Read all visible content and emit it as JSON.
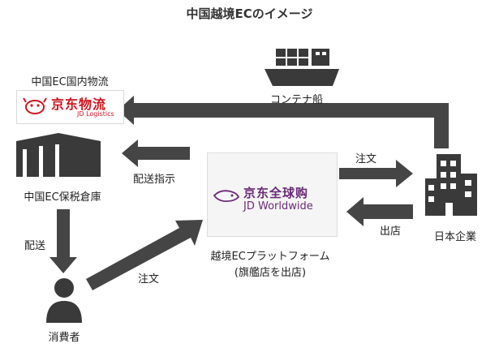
{
  "title": "中国越境ECのイメージ",
  "nodes": {
    "logistics": {
      "label": "中国EC国内物流",
      "logo_cn": "京东物流",
      "logo_en": "JD Logistics"
    },
    "warehouse": {
      "label": "中国EC保税倉庫"
    },
    "platform": {
      "label_line1": "越境ECプラットフォーム",
      "label_line2": "(旗艦店を出店)",
      "logo_cn": "京东全球购",
      "logo_en": "JD Worldwide"
    },
    "company": {
      "label": "日本企業"
    },
    "consumer": {
      "label": "消費者"
    }
  },
  "edges": {
    "container_ship": "コンテナ船",
    "delivery_instruction": "配送指示",
    "order_to_company": "注文",
    "listing": "出店",
    "delivery": "配送",
    "order_from_consumer": "注文"
  },
  "colors": {
    "arrow": "#454545",
    "icon": "#3a3a3a",
    "jd_red": "#d0141e",
    "jd_purple": "#6b2a78"
  }
}
